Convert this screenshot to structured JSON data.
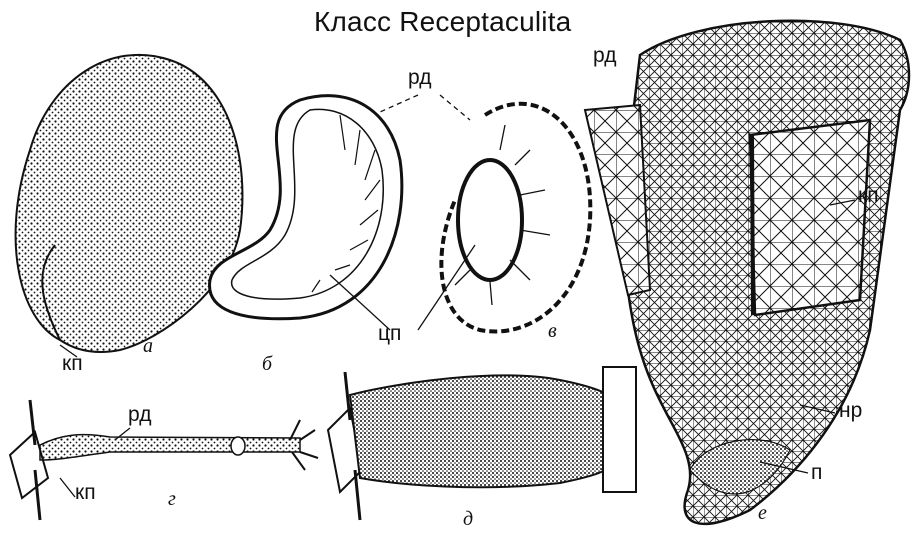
{
  "title": "Класс Receptaculita",
  "labels": {
    "rd_top_right": "рд",
    "rd_center": "рд",
    "rd_g": "рд",
    "kp_a": "кп",
    "kp_e": "кп",
    "kp_g": "кп",
    "cp": "цп",
    "nr": "нр",
    "p": "п"
  },
  "subfigures": {
    "a": "а",
    "b": "б",
    "v": "в",
    "g": "г",
    "d": "д",
    "e": "е"
  }
}
